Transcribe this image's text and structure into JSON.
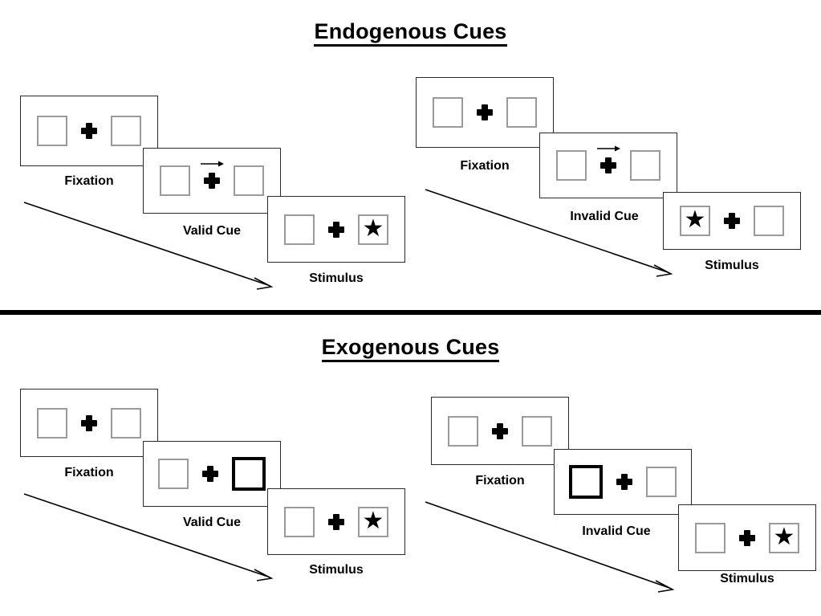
{
  "figure": {
    "title_endogenous": "Endogenous Cues",
    "title_exogenous": "Exogenous Cues",
    "divider_color": "#000000",
    "panel_border_color": "#2b2b2b",
    "box_border_color": "#9a9a9a",
    "cued_box_border_color": "#000000",
    "marker_color": "#000000",
    "background": "#ffffff"
  },
  "sections": [
    {
      "id": "endogenous",
      "title": "Endogenous Cues",
      "cue_type": "central-arrow",
      "sequences": [
        {
          "id": "endogenous-valid",
          "validity": "valid",
          "panels": [
            {
              "label": "Fixation",
              "left_box": {
                "cued": false,
                "target": false
              },
              "right_box": {
                "cued": false,
                "target": false
              },
              "arrow_cue": "none",
              "target_side": "none"
            },
            {
              "label": "Valid Cue",
              "left_box": {
                "cued": false,
                "target": false
              },
              "right_box": {
                "cued": false,
                "target": false
              },
              "arrow_cue": "right",
              "target_side": "none"
            },
            {
              "label": "Stimulus",
              "left_box": {
                "cued": false,
                "target": false
              },
              "right_box": {
                "cued": false,
                "target": true
              },
              "arrow_cue": "none",
              "target_side": "right"
            }
          ]
        },
        {
          "id": "endogenous-invalid",
          "validity": "invalid",
          "panels": [
            {
              "label": "Fixation",
              "left_box": {
                "cued": false,
                "target": false
              },
              "right_box": {
                "cued": false,
                "target": false
              },
              "arrow_cue": "none",
              "target_side": "none"
            },
            {
              "label": "Invalid Cue",
              "left_box": {
                "cued": false,
                "target": false
              },
              "right_box": {
                "cued": false,
                "target": false
              },
              "arrow_cue": "right",
              "target_side": "none"
            },
            {
              "label": "Stimulus",
              "left_box": {
                "cued": false,
                "target": true
              },
              "right_box": {
                "cued": false,
                "target": false
              },
              "arrow_cue": "none",
              "target_side": "left"
            }
          ]
        }
      ]
    },
    {
      "id": "exogenous",
      "title": "Exogenous Cues",
      "cue_type": "peripheral-box-flash",
      "sequences": [
        {
          "id": "exogenous-valid",
          "validity": "valid",
          "panels": [
            {
              "label": "Fixation",
              "left_box": {
                "cued": false,
                "target": false
              },
              "right_box": {
                "cued": false,
                "target": false
              },
              "arrow_cue": "none",
              "target_side": "none"
            },
            {
              "label": "Valid Cue",
              "left_box": {
                "cued": false,
                "target": false
              },
              "right_box": {
                "cued": true,
                "target": false
              },
              "arrow_cue": "none",
              "target_side": "none"
            },
            {
              "label": "Stimulus",
              "left_box": {
                "cued": false,
                "target": false
              },
              "right_box": {
                "cued": false,
                "target": true
              },
              "arrow_cue": "none",
              "target_side": "right"
            }
          ]
        },
        {
          "id": "exogenous-invalid",
          "validity": "invalid",
          "panels": [
            {
              "label": "Fixation",
              "left_box": {
                "cued": false,
                "target": false
              },
              "right_box": {
                "cued": false,
                "target": false
              },
              "arrow_cue": "none",
              "target_side": "none"
            },
            {
              "label": "Invalid Cue",
              "left_box": {
                "cued": true,
                "target": false
              },
              "right_box": {
                "cued": false,
                "target": false
              },
              "arrow_cue": "none",
              "target_side": "none"
            },
            {
              "label": "Stimulus",
              "left_box": {
                "cued": false,
                "target": false
              },
              "right_box": {
                "cued": false,
                "target": true
              },
              "arrow_cue": "none",
              "target_side": "right"
            }
          ]
        }
      ]
    }
  ],
  "labels": {
    "fixation": "Fixation",
    "valid_cue": "Valid Cue",
    "invalid_cue": "Invalid Cue",
    "stimulus": "Stimulus"
  },
  "icons": {
    "fixation_cross": "plus-icon",
    "target": "star-icon",
    "cue": "arrow-right-icon",
    "timeline": "time-arrow-icon"
  }
}
